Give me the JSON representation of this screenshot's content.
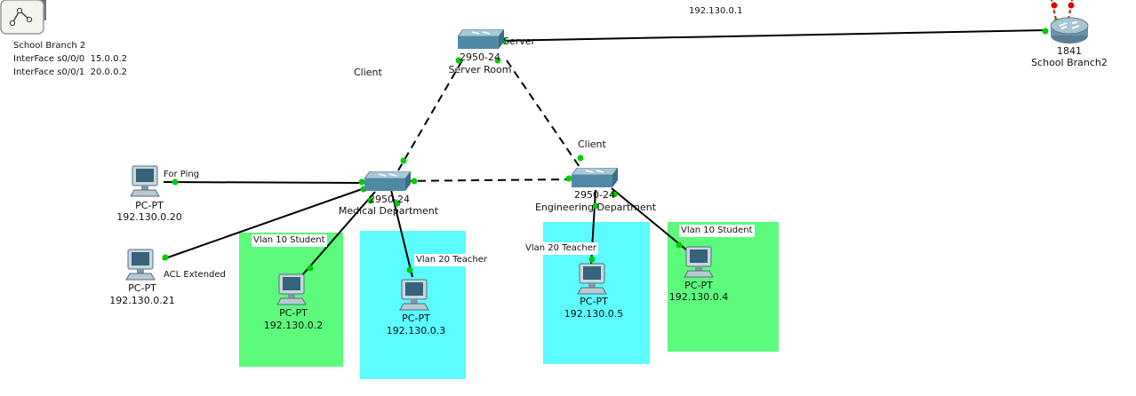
{
  "note": {
    "line1": "School Branch 2",
    "line2": "InterFace s0/0/0  15.0.0.2",
    "line3": "InterFace s0/0/1  20.0.0.2"
  },
  "colors": {
    "student_zone": "#5cfb7c",
    "teacher_zone": "#5bfbff",
    "link": "#000000",
    "port_ok": "#00cc00",
    "port_down": "#e00000"
  },
  "top_ip": "192.130.0.1",
  "labels": {
    "server": "Server",
    "client_left": "Client",
    "client_right": "Client",
    "for_ping": "For Ping",
    "acl_extended": "ACL Extended"
  },
  "zones": {
    "vlan10_student_a": "Vlan 10  Student",
    "vlan20_teacher_a": "Vlan 20 Teacher",
    "vlan20_teacher_b": "Vlan 20  Teacher",
    "vlan10_student_b": "Vlan 10  Student"
  },
  "devices": {
    "router": {
      "model": "1841",
      "name": "School Branch2"
    },
    "switch_server": {
      "model": "2950-24",
      "name": "Server Room"
    },
    "switch_medical": {
      "model": "2950-24",
      "name": "Medical Department"
    },
    "switch_engineering": {
      "model": "2950-24",
      "name": "Engineering Department"
    },
    "pc_ping": {
      "type": "PC-PT",
      "ip": "192.130.0.20"
    },
    "pc_acl": {
      "type": "PC-PT",
      "ip": "192.130.0.21"
    },
    "pc_student_a": {
      "type": "PC-PT",
      "ip": "192.130.0.2"
    },
    "pc_teacher_a": {
      "type": "PC-PT",
      "ip": "192.130.0.3"
    },
    "pc_teacher_b": {
      "type": "PC-PT",
      "ip": "192.130.0.5"
    },
    "pc_student_b": {
      "type": "PC-PT",
      "ip": "192.130.0.4"
    }
  },
  "icons": {
    "router": "router-icon",
    "switch": "switch-icon",
    "pc": "pc-icon",
    "note": "note-icon"
  }
}
